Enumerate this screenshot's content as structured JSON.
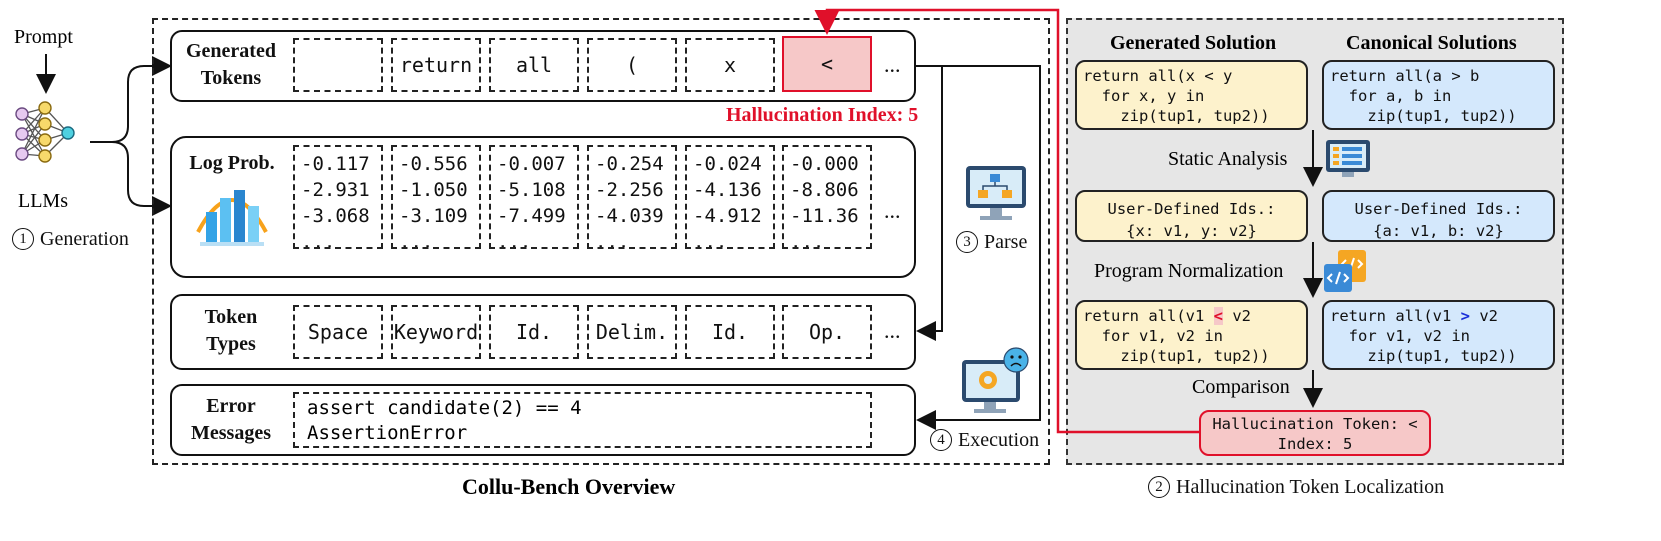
{
  "prompt_label": "Prompt",
  "llms_label": "LLMs",
  "step1": {
    "num": "1",
    "label": "Generation"
  },
  "step2": {
    "num": "2",
    "label": "Hallucination Token Localization"
  },
  "step3": {
    "num": "3",
    "label": "Parse"
  },
  "step4": {
    "num": "4",
    "label": "Execution"
  },
  "overview_title": "Collu-Bench Overview",
  "ellipsis": "...",
  "generated_tokens": {
    "label_line1": "Generated",
    "label_line2": "Tokens",
    "tokens": [
      "",
      "return",
      "all",
      "(",
      "x",
      "<"
    ]
  },
  "hallucination_index_label": "Hallucination Index: 5",
  "log_prob": {
    "label": "Log Prob.",
    "columns": [
      [
        "-0.117",
        "-2.931",
        "-3.068",
        "..."
      ],
      [
        "-0.556",
        "-1.050",
        "-3.109",
        "..."
      ],
      [
        "-0.007",
        "-5.108",
        "-7.499",
        "..."
      ],
      [
        "-0.254",
        "-2.256",
        "-4.039",
        "..."
      ],
      [
        "-0.024",
        "-4.136",
        "-4.912",
        "..."
      ],
      [
        "-0.000",
        "-8.806",
        "-11.36",
        "..."
      ]
    ]
  },
  "token_types": {
    "label_line1": "Token",
    "label_line2": "Types",
    "types": [
      "Space",
      "Keyword",
      "Id.",
      "Delim.",
      "Id.",
      "Op."
    ]
  },
  "error_messages": {
    "label_line1": "Error",
    "label_line2": "Messages",
    "line1": "assert candidate(2) == 4",
    "line2": "AssertionError"
  },
  "localization": {
    "generated_header": "Generated Solution",
    "canonical_header": "Canonical Solutions",
    "generated_code": [
      "return all(x < y",
      "  for x, y in",
      "    zip(tup1, tup2))"
    ],
    "canonical_code": [
      "return all(a > b",
      "  for a, b in",
      "    zip(tup1, tup2))"
    ],
    "static_analysis": "Static Analysis",
    "generated_ids": [
      "User-Defined Ids.:",
      "{x: v1, y: v2}"
    ],
    "canonical_ids": [
      "User-Defined Ids.:",
      "{a: v1, b: v2}"
    ],
    "program_normalization": "Program Normalization",
    "norm_generated": {
      "pre": "return all(v1 ",
      "op": "<",
      "post": " v2",
      "lines": [
        "  for v1, v2 in",
        "    zip(tup1, tup2))"
      ]
    },
    "norm_canonical": {
      "pre": "return all(v1 ",
      "op": ">",
      "post": " v2",
      "lines": [
        "  for v1, v2 in",
        "    zip(tup1, tup2))"
      ]
    },
    "comparison": "Comparison",
    "result_line1": "Hallucination Token: <",
    "result_line2": "Index: 5"
  },
  "colors": {
    "highlight_red": "#e0102a",
    "yellow": "#fdf2cc",
    "blue": "#d4e8fc",
    "pink": "#f6c8c8",
    "panel_gray": "#e6e6e6"
  }
}
